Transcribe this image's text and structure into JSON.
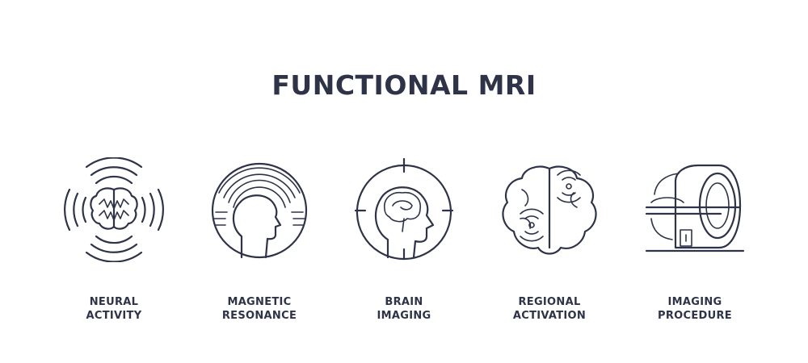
{
  "title": "FUNCTIONAL MRI",
  "stock_id": "1428658098",
  "items": [
    {
      "icon": "neural-activity-icon",
      "line1": "NEURAL",
      "line2": "ACTIVITY"
    },
    {
      "icon": "magnetic-resonance-icon",
      "line1": "MAGNETIC",
      "line2": "RESONANCE"
    },
    {
      "icon": "brain-imaging-icon",
      "line1": "BRAIN",
      "line2": "IMAGING"
    },
    {
      "icon": "regional-activation-icon",
      "line1": "REGIONAL",
      "line2": "ACTIVATION"
    },
    {
      "icon": "imaging-procedure-icon",
      "line1": "IMAGING",
      "line2": "PROCEDURE"
    }
  ],
  "colors": {
    "ink": "#2e3348",
    "background": "#ffffff"
  }
}
